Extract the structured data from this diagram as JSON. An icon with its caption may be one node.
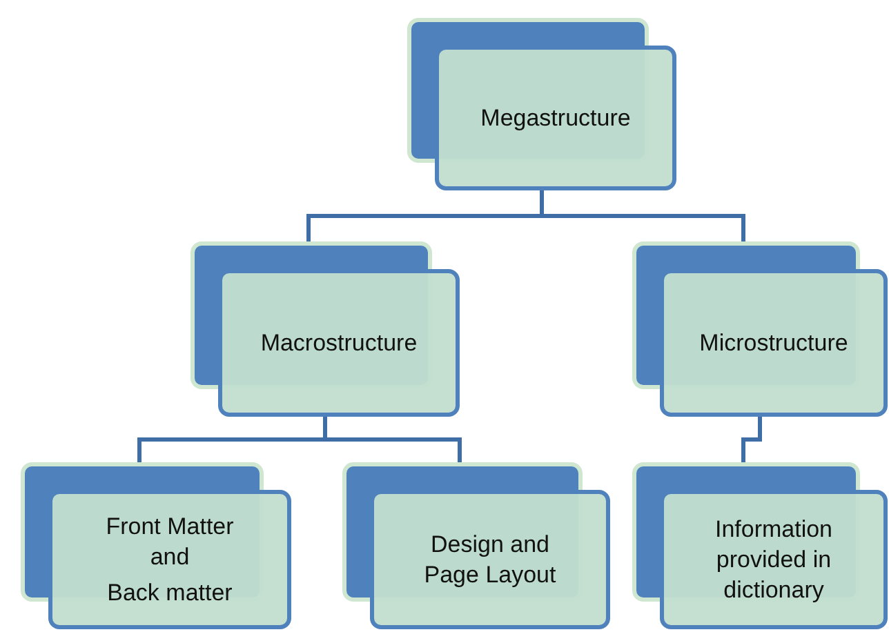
{
  "diagram": {
    "nodes": [
      {
        "text": [
          "Megastructure"
        ]
      },
      {
        "text": [
          "Macrostructure"
        ]
      },
      {
        "text": [
          "Microstructure"
        ]
      },
      {
        "text": [
          "Front Matter and",
          "Back matter"
        ]
      },
      {
        "text": [
          "Design and Page Layout"
        ]
      },
      {
        "text": [
          "Information provided in dictionary"
        ]
      }
    ],
    "edges": [
      {
        "from": 0,
        "to": 1,
        "arrow": "none"
      },
      {
        "from": 0,
        "to": 2,
        "arrow": "none"
      },
      {
        "from": 1,
        "to": 3,
        "arrow": "none"
      },
      {
        "from": 1,
        "to": 4,
        "arrow": "none"
      },
      {
        "from": 2,
        "to": 5,
        "arrow": "none"
      }
    ]
  }
}
